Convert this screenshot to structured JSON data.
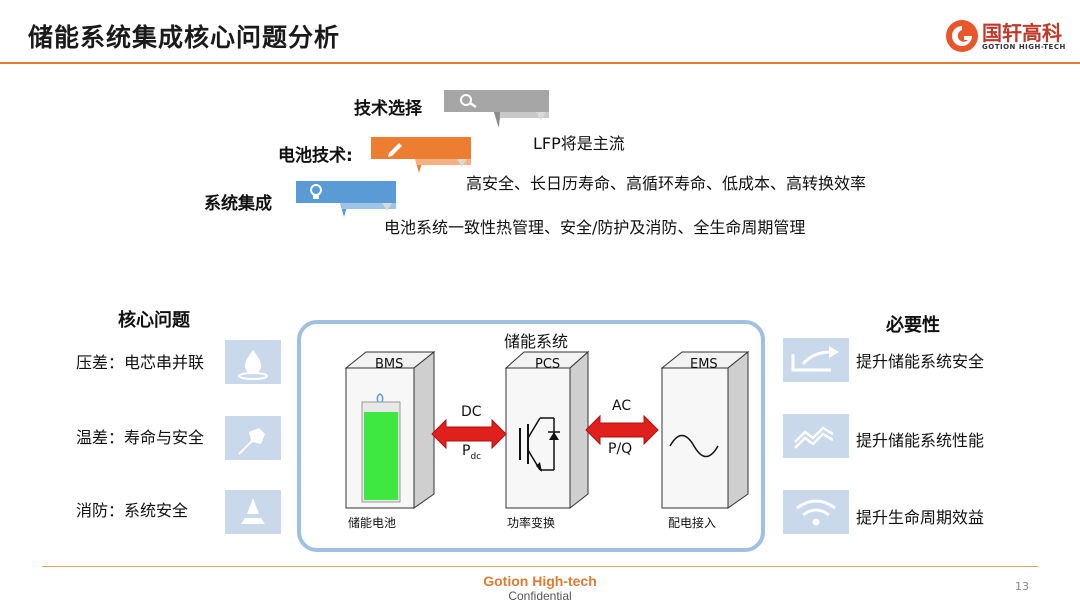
{
  "header": {
    "title": "储能系统集成核心问题分析",
    "logo_cn": "国轩高科",
    "logo_en": "GOTION HIGH-TECH",
    "accent_color": "#e07b32"
  },
  "top": {
    "tech_select": {
      "label": "技术选择",
      "desc": "LFP将是主流",
      "color": "#a6a6a6",
      "icon": "magnifier-icon"
    },
    "battery_tech": {
      "label": "电池技术",
      "colon": ":",
      "desc": "高安全、长日历寿命、高循环寿命、低成本、高转换效率",
      "color": "#ed7d31",
      "icon": "pencil-icon"
    },
    "system_integration": {
      "label": "系统集成",
      "desc": "电池系统一致性热管理、安全/防护及消防、全生命周期管理",
      "color": "#5b9bd5",
      "icon": "lightbulb-icon"
    }
  },
  "left": {
    "heading": "核心问题",
    "items": [
      {
        "label": "压差：电芯串并联",
        "icon": "droplet-icon"
      },
      {
        "label": "温差：寿命与安全",
        "icon": "pin-icon"
      },
      {
        "label": "消防：系统安全",
        "icon": "cone-icon"
      }
    ]
  },
  "right": {
    "heading": "必要性",
    "items": [
      {
        "label": "提升储能系统安全",
        "icon": "share-arrow-icon"
      },
      {
        "label": "提升储能系统性能",
        "icon": "trend-icon"
      },
      {
        "label": "提升生命周期效益",
        "icon": "wifi-icon"
      }
    ]
  },
  "system": {
    "title": "储能系统",
    "bms": {
      "name": "BMS",
      "caption": "储能电池",
      "battery_color": "#3ee83e"
    },
    "pcs": {
      "name": "PCS",
      "caption": "功率变换"
    },
    "ems": {
      "name": "EMS",
      "caption": "配电接入"
    },
    "dc": {
      "label": "DC",
      "sub_main": "P",
      "sub_script": "dc"
    },
    "ac": {
      "label": "AC",
      "sub": "P/Q"
    },
    "arrow_color": "#e0201d"
  },
  "footer": {
    "company": "Gotion High-tech",
    "note": "Confidential",
    "page": "13"
  }
}
